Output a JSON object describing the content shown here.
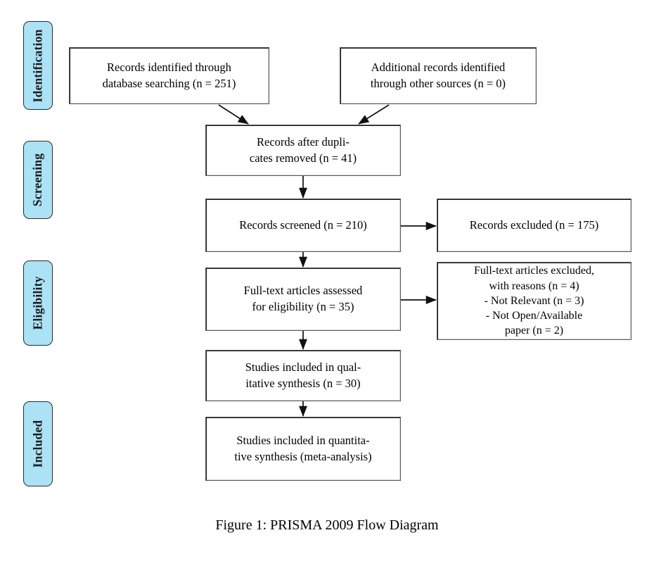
{
  "figure": {
    "caption": "Figure 1: PRISMA 2009 Flow Diagram",
    "accent_color": "#ace2f5",
    "border_color": "#58595b",
    "background_color": "#ffffff",
    "text_color": "#000000"
  },
  "stages": [
    {
      "id": "identification",
      "label": "Identification"
    },
    {
      "id": "screening",
      "label": "Screening"
    },
    {
      "id": "eligibility",
      "label": "Eligibility"
    },
    {
      "id": "included",
      "label": "Included"
    }
  ],
  "boxes": {
    "db_search": {
      "text": "Records identified through\ndatabase searching (n = 251)",
      "n": 251
    },
    "other_sources": {
      "text": "Additional records identified\nthrough other sources (n = 0)",
      "n": 0
    },
    "duplicates": {
      "text": "Records after dupli-\ncates removed (n = 41)",
      "n": 41
    },
    "screened": {
      "text": "Records screened (n = 210)",
      "n": 210
    },
    "excluded": {
      "text": "Records excluded (n = 175)",
      "n": 175
    },
    "fulltext": {
      "text": "Full-text articles assessed\nfor eligibility (n = 35)",
      "n": 35
    },
    "fulltext_excluded": {
      "text": "Full-text articles excluded,\nwith reasons (n = 4)\n- Not Relevant (n = 3)\n- Not Open/Available\npaper (n = 2)",
      "n": 4
    },
    "qualitative": {
      "text": "Studies included in qual-\nitative synthesis (n = 30)",
      "n": 30
    },
    "quantitative": {
      "text": "Studies included in quantita-\ntive synthesis (meta-analysis)"
    }
  },
  "chart_data": {
    "type": "diagram",
    "title": "Figure 1: PRISMA 2009 Flow Diagram",
    "stages": [
      "Identification",
      "Screening",
      "Eligibility",
      "Included"
    ],
    "nodes": [
      {
        "id": "db_search",
        "stage": "Identification",
        "label": "Records identified through database searching (n = 251)",
        "n": 251
      },
      {
        "id": "other_sources",
        "stage": "Identification",
        "label": "Additional records identified through other sources (n = 0)",
        "n": 0
      },
      {
        "id": "duplicates",
        "stage": "Identification",
        "label": "Records after duplicates removed (n = 41)",
        "n": 41
      },
      {
        "id": "screened",
        "stage": "Screening",
        "label": "Records screened (n = 210)",
        "n": 210
      },
      {
        "id": "excluded",
        "stage": "Screening",
        "label": "Records excluded (n = 175)",
        "n": 175
      },
      {
        "id": "fulltext",
        "stage": "Eligibility",
        "label": "Full-text articles assessed for eligibility (n = 35)",
        "n": 35
      },
      {
        "id": "fulltext_excluded",
        "stage": "Eligibility",
        "label": "Full-text articles excluded, with reasons (n = 4); - Not Relevant (n = 3); - Not Open/Available paper (n = 2)",
        "n": 4,
        "reasons": [
          {
            "label": "Not Relevant",
            "n": 3
          },
          {
            "label": "Not Open/Available paper",
            "n": 2
          }
        ]
      },
      {
        "id": "qualitative",
        "stage": "Included",
        "label": "Studies included in qualitative synthesis (n = 30)",
        "n": 30
      },
      {
        "id": "quantitative",
        "stage": "Included",
        "label": "Studies included in quantitative synthesis (meta-analysis)"
      }
    ],
    "edges": [
      {
        "from": "db_search",
        "to": "duplicates"
      },
      {
        "from": "other_sources",
        "to": "duplicates"
      },
      {
        "from": "duplicates",
        "to": "screened"
      },
      {
        "from": "screened",
        "to": "excluded"
      },
      {
        "from": "screened",
        "to": "fulltext"
      },
      {
        "from": "fulltext",
        "to": "fulltext_excluded"
      },
      {
        "from": "fulltext",
        "to": "qualitative"
      },
      {
        "from": "qualitative",
        "to": "quantitative"
      }
    ]
  }
}
